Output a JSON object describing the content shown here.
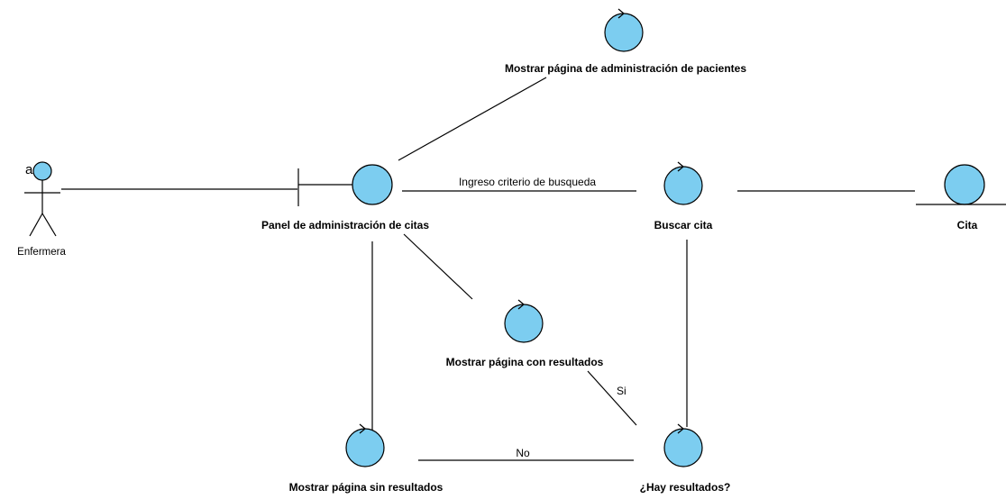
{
  "actor": {
    "name": "Enfermera",
    "tag": "a"
  },
  "nodes": {
    "panel": {
      "label": "Panel de administración de citas",
      "kind": "boundary"
    },
    "mostrar_pacientes": {
      "label": "Mostrar página de administración de pacientes",
      "kind": "control"
    },
    "buscar_cita": {
      "label": "Buscar cita",
      "kind": "control"
    },
    "cita": {
      "label": "Cita",
      "kind": "entity"
    },
    "mostrar_con_resultados": {
      "label": "Mostrar página con resultados",
      "kind": "control"
    },
    "hay_resultados": {
      "label": "¿Hay resultados?",
      "kind": "control"
    },
    "mostrar_sin_resultados": {
      "label": "Mostrar página sin resultados",
      "kind": "control"
    }
  },
  "edges": {
    "ingreso": "Ingreso criterio de busqueda",
    "si": "Si",
    "no": "No"
  },
  "colors": {
    "fill": "#7ccdf0",
    "stroke": "#000000"
  }
}
